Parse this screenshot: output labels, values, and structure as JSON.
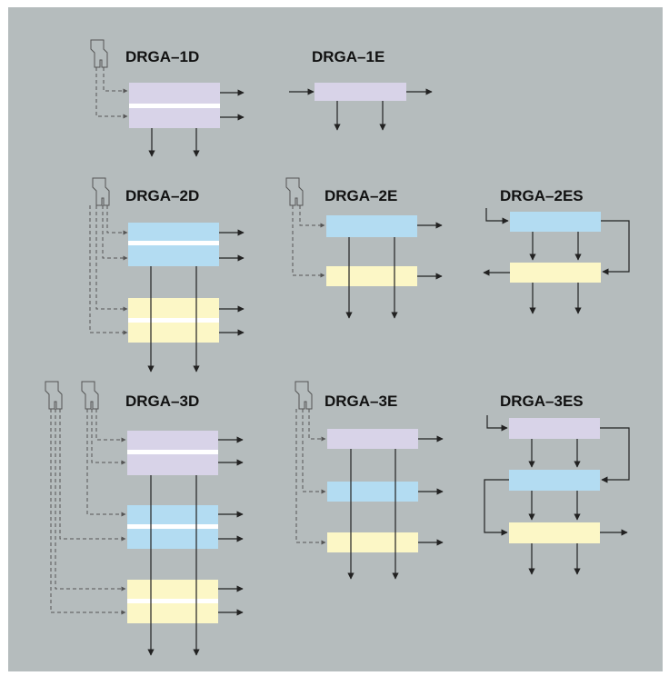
{
  "diagram": {
    "labels": {
      "drga_1d": "DRGA–1D",
      "drga_1e": "DRGA–1E",
      "drga_2d": "DRGA–2D",
      "drga_2e": "DRGA–2E",
      "drga_2es": "DRGA–2ES",
      "drga_3d": "DRGA–3D",
      "drga_3e": "DRGA–3E",
      "drga_3es": "DRGA–3ES"
    },
    "colors": {
      "background": "#b5bcbd",
      "stage_lavender": "#d8d3e8",
      "stage_blue": "#b3dcf2",
      "stage_yellow": "#fcf7c6",
      "separator": "#ffffff",
      "arrow": "#222222",
      "dashed_line": "#555555"
    }
  }
}
